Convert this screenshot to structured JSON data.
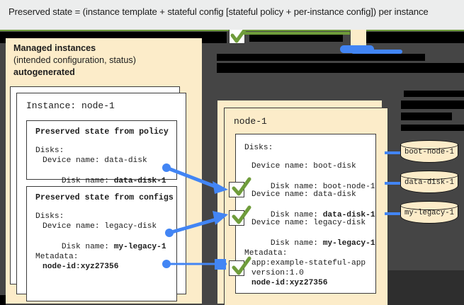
{
  "caption": {
    "text": "Preserved state = (instance template + stateful config [stateful policy + per-instance config]) per instance"
  },
  "colors": {
    "cream": "#fcecc9",
    "dark_background": "#454545",
    "arrow_blue": "#4285f4",
    "check_green": "#6f9c3b",
    "caption_background": "#eceded",
    "redaction_black": "#000000",
    "redaction_gray": "#2e2e2e"
  },
  "left_panel": {
    "title": "Managed instances",
    "subtitle": "(intended configuration, status)",
    "autogenerated": "autogenerated",
    "instance_label": "Instance: node-1",
    "policy_box": {
      "heading": "Preserved state from policy",
      "lines": [
        {
          "text": "Disks:",
          "bold": false,
          "indent": 0
        },
        {
          "text": "Device name: data-disk",
          "bold": false,
          "indent": 1
        },
        {
          "text": "Disk name: ",
          "bold_text": "data-disk-1",
          "bold": false,
          "indent": 1
        }
      ],
      "disks_label": "Disks:",
      "device_name": "Device name: data-disk",
      "disk_name_key": "Disk name: ",
      "disk_name_value": "data-disk-1"
    },
    "configs_box": {
      "heading": "Preserved state from configs",
      "disks_label": "Disks:",
      "device_name": "Device name: legacy-disk",
      "disk_name_key": "Disk name: ",
      "disk_name_value": "my-legacy-1",
      "metadata_label": "Metadata:",
      "metadata_value": "node-id:xyz27356"
    }
  },
  "right_panel": {
    "node_title": "node-1",
    "disks_label": "Disks:",
    "disks": [
      {
        "device": "Device name: boot-disk",
        "name_key": "Disk name: ",
        "name_value": "boot-node-1",
        "bold": false,
        "checked": false
      },
      {
        "device": "Device name: data-disk",
        "name_key": "Disk name: ",
        "name_value": "data-disk-1",
        "bold": true,
        "checked": true
      },
      {
        "device": "Device name: legacy-disk",
        "name_key": "Disk name: ",
        "name_value": "my-legacy-1",
        "bold": true,
        "checked": true
      }
    ],
    "metadata_label": "Metadata:",
    "metadata": [
      {
        "text": "app:example-stateful-app",
        "bold": false
      },
      {
        "text": "version:1.0",
        "bold": false
      },
      {
        "text": "node-id:xyz27356",
        "bold": true
      }
    ]
  },
  "disks": [
    {
      "label": "boot-node-1"
    },
    {
      "label": "data-disk-1"
    },
    {
      "label": "my-legacy-1"
    }
  ],
  "icons": {
    "check": "check-icon",
    "disk": "disk-cylinder-icon",
    "arrow": "arrow-icon"
  }
}
